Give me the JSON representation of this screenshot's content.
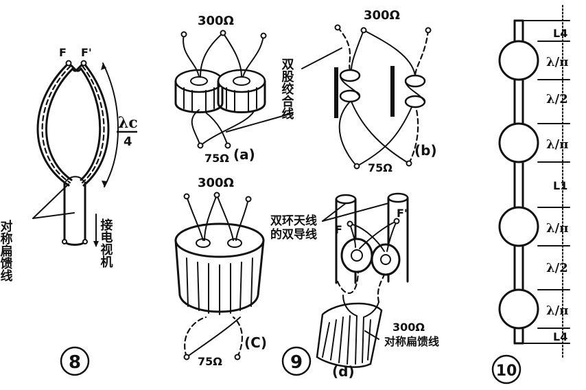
{
  "fig8": {
    "number": "8",
    "F": "F",
    "F_prime": "F'",
    "lambda_c": "λc",
    "four": "4",
    "label_symmetric_feeder": "对称扁馈线",
    "label_to_tv": "接电视机"
  },
  "fig9": {
    "number": "9",
    "a": {
      "ohm300": "300Ω",
      "ohm75": "75Ω",
      "tag": "(a)"
    },
    "b": {
      "ohm300": "300Ω",
      "ohm75": "75Ω",
      "tag": "(b)"
    },
    "twisted_pair": "双股绞合线",
    "c": {
      "ohm300": "300Ω",
      "ohm75": "75Ω",
      "tag": "(C)"
    },
    "d": {
      "F": "F",
      "F_prime": "F'",
      "dipole_conductor": "双环天线的双导线",
      "ohm300": "300Ω",
      "feeder": "对称扁馈线",
      "tag": "(d)"
    }
  },
  "fig10": {
    "number": "10",
    "L4_top": "L4",
    "lambda_pi": "λ/π",
    "lambda_2": "λ/2",
    "L1": "L1",
    "L4_bottom": "L4"
  }
}
